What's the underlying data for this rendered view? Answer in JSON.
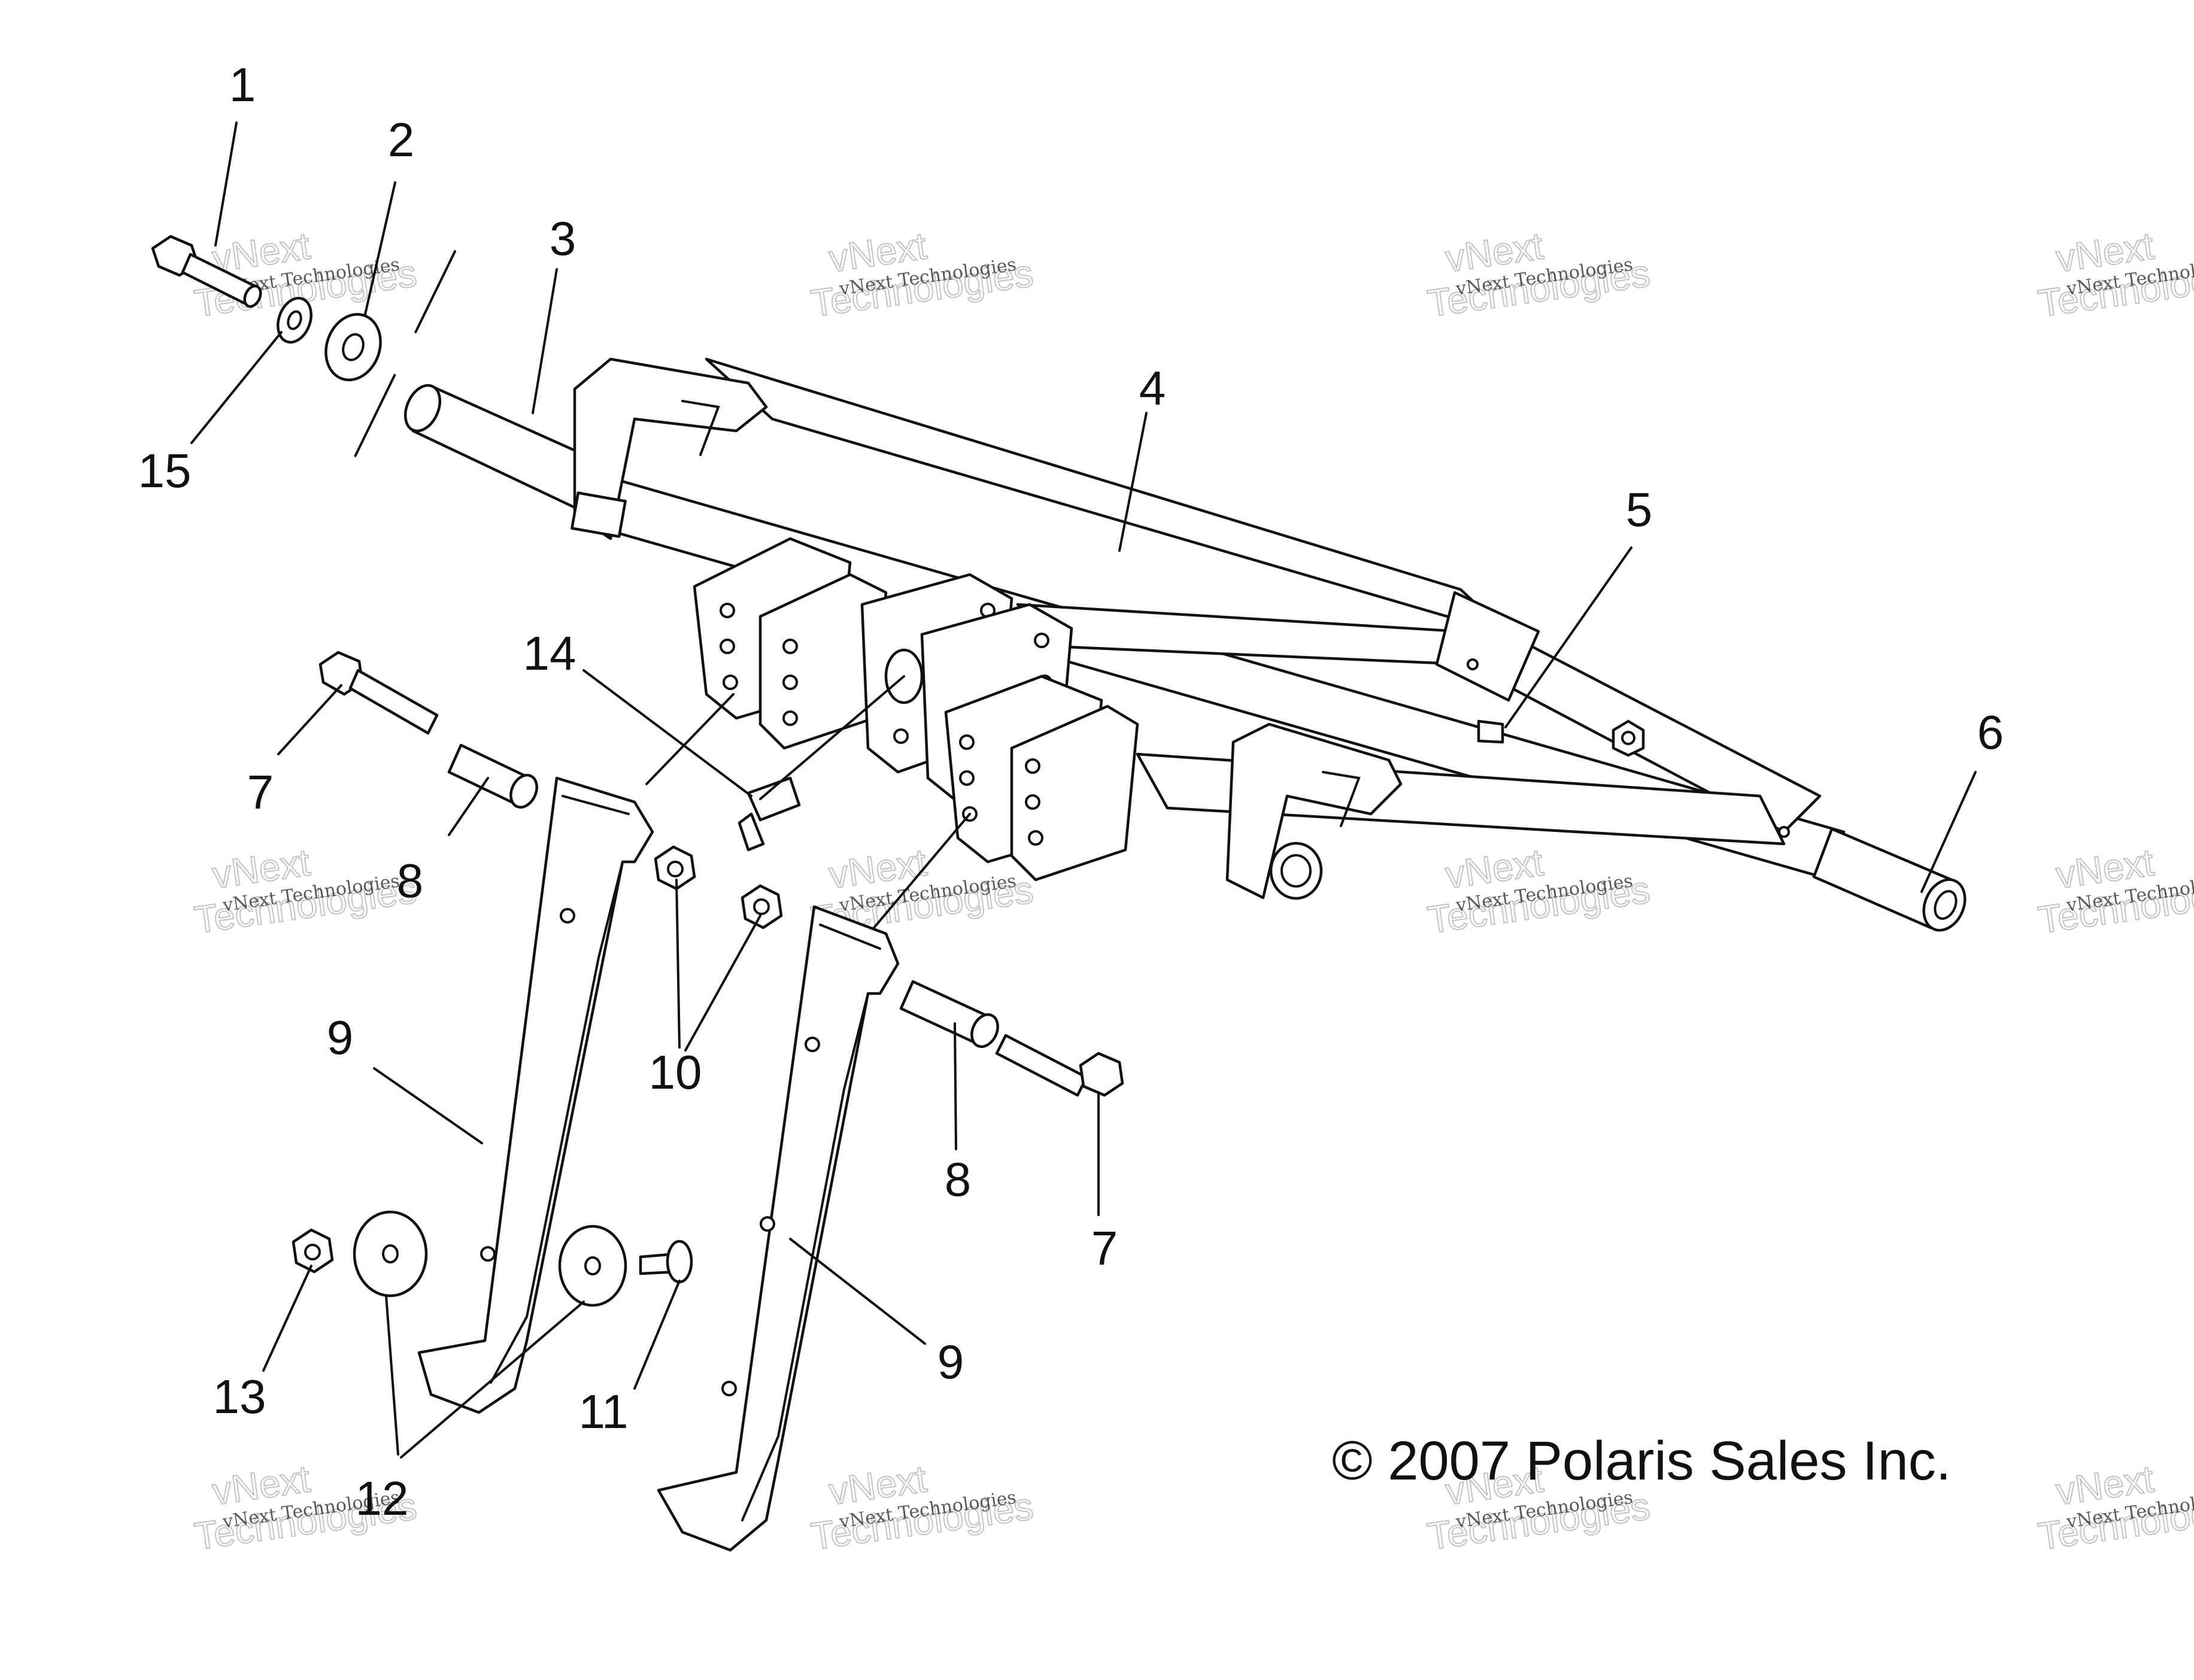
{
  "callouts": [
    {
      "id": "c1",
      "label": "1"
    },
    {
      "id": "c2",
      "label": "2"
    },
    {
      "id": "c3",
      "label": "3"
    },
    {
      "id": "c4",
      "label": "4"
    },
    {
      "id": "c5",
      "label": "5"
    },
    {
      "id": "c6",
      "label": "6"
    },
    {
      "id": "c7a",
      "label": "7"
    },
    {
      "id": "c7b",
      "label": "7"
    },
    {
      "id": "c8a",
      "label": "8"
    },
    {
      "id": "c8b",
      "label": "8"
    },
    {
      "id": "c9a",
      "label": "9"
    },
    {
      "id": "c9b",
      "label": "9"
    },
    {
      "id": "c10",
      "label": "10"
    },
    {
      "id": "c11",
      "label": "11"
    },
    {
      "id": "c12",
      "label": "12"
    },
    {
      "id": "c13",
      "label": "13"
    },
    {
      "id": "c14",
      "label": "14"
    },
    {
      "id": "c15",
      "label": "15"
    }
  ],
  "copyright": "© 2007 Polaris Sales Inc.",
  "watermark": {
    "line1": "vNext Technologies",
    "line2": "vNext",
    "line3": "Technologies"
  },
  "colors": {
    "ink": "#111111",
    "background": "#ffffff",
    "watermark": "#aaaaaa"
  }
}
